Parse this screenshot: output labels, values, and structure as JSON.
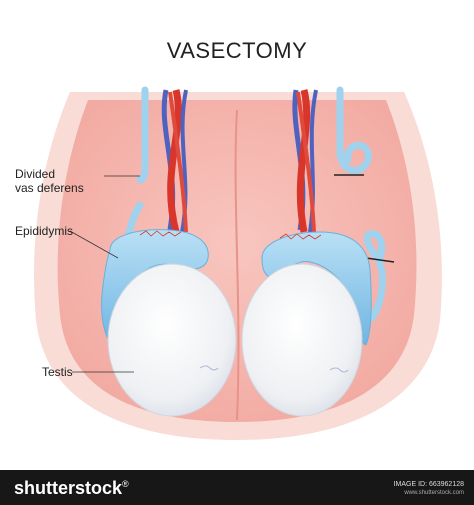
{
  "title": "VASECTOMY",
  "labels": {
    "vas_deferens_line1": "Divided",
    "vas_deferens_line2": "vas deferens",
    "epididymis": "Epididymis",
    "testis": "Testis"
  },
  "footer": {
    "brand": "shutterstock",
    "brand_mark": "®",
    "image_id": "IMAGE ID: 663962128",
    "site": "www.shutterstock.com"
  },
  "colors": {
    "skin_outer": "#f9dcd6",
    "skin_inner": "#f4b3ab",
    "artery": "#d9362b",
    "vein": "#4f62c0",
    "vas": "#9fd2ee",
    "epididymis": "#8cc7ea",
    "testis": "#f6f7f8",
    "footer_bg": "#171717"
  }
}
